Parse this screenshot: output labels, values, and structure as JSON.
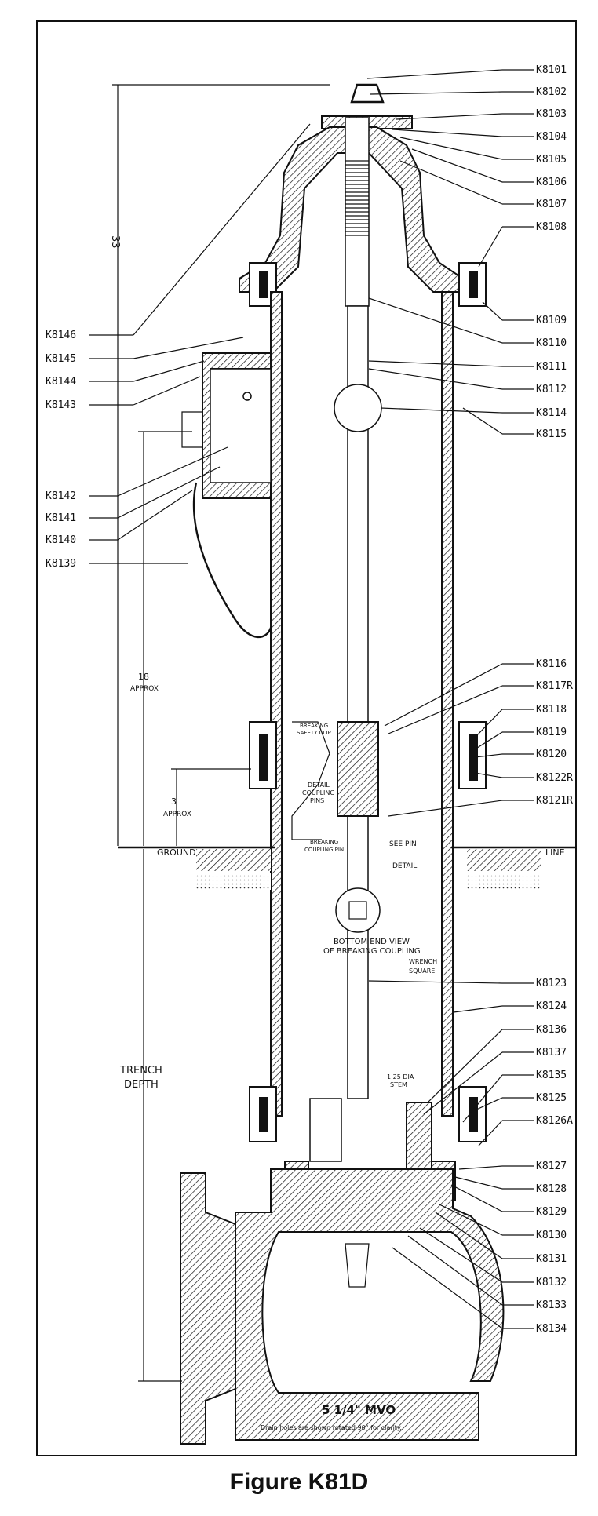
{
  "callouts_right": [
    "K8101",
    "K8102",
    "K8103",
    "K8104",
    "K8105",
    "K8106",
    "K8107",
    "K8108",
    "K8109",
    "K8110",
    "K8111",
    "K8112",
    "K8114",
    "K8115",
    "K8116",
    "K8117R",
    "K8118",
    "K8119",
    "K8120",
    "K8122R",
    "K8121R",
    "K8123",
    "K8124",
    "K8136",
    "K8137",
    "K8135",
    "K8125",
    "K8126A",
    "K8127",
    "K8128",
    "K8129",
    "K8130",
    "K8131",
    "K8132",
    "K8133",
    "K8134"
  ],
  "callouts_left": [
    "K8146",
    "K8145",
    "K8144",
    "K8143",
    "K8142",
    "K8141",
    "K8140",
    "K8139"
  ],
  "dimensions": {
    "overall": "33",
    "nozzle_height": "18",
    "nozzle_height_note": "APPROX",
    "flange_height": "3",
    "flange_height_note": "APPROX",
    "trench_1": "TRENCH",
    "trench_2": "DEPTH"
  },
  "ground": {
    "left": "GROUND",
    "right": "LINE"
  },
  "notes": {
    "bottom_end_1": "BOTTOM END VIEW",
    "bottom_end_2": "OF BREAKING COUPLING",
    "wrench_1": "WRENCH",
    "wrench_2": "SQUARE",
    "stem_1": "1.25 DIA",
    "stem_2": "STEM",
    "see_pin_1": "SEE PIN",
    "see_pin_2": "DETAIL",
    "breaking_1": "BREAKING",
    "breaking_2": "SAFETY CLIP",
    "detail_1": "DETAIL",
    "detail_2": "COUPLING",
    "detail_3": "PINS",
    "breaking_pin_1": "BREAKING",
    "breaking_pin_2": "COUPLING PIN"
  },
  "model": "5 1/4\" MVO",
  "drain_note": "Drain holes are shown rotated 90° for clarity.",
  "figure_title": "Figure K81D"
}
